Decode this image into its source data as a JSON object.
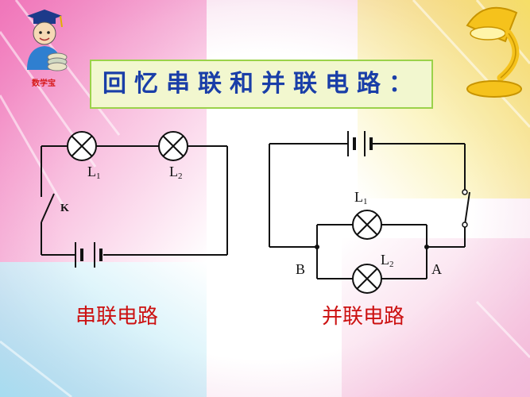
{
  "logo": {
    "text": "数学宝",
    "icon": "graduate-book-icon"
  },
  "decoration": {
    "icon": "desk-lamp-icon"
  },
  "title": "回忆串联和并联电路：",
  "series_circuit": {
    "caption": "串联电路",
    "lamp1_label": "L",
    "lamp1_sub": "1",
    "lamp2_label": "L",
    "lamp2_sub": "2",
    "switch_label": "K"
  },
  "parallel_circuit": {
    "caption": "并联电路",
    "lamp1_label": "L",
    "lamp1_sub": "1",
    "lamp2_label": "L",
    "lamp2_sub": "2",
    "node_a": "A",
    "node_b": "B"
  },
  "colors": {
    "title": "#1a3ea8",
    "caption": "#cc1111",
    "title_box_bg": "#f2f7cf",
    "title_box_border": "#9bd24a"
  }
}
